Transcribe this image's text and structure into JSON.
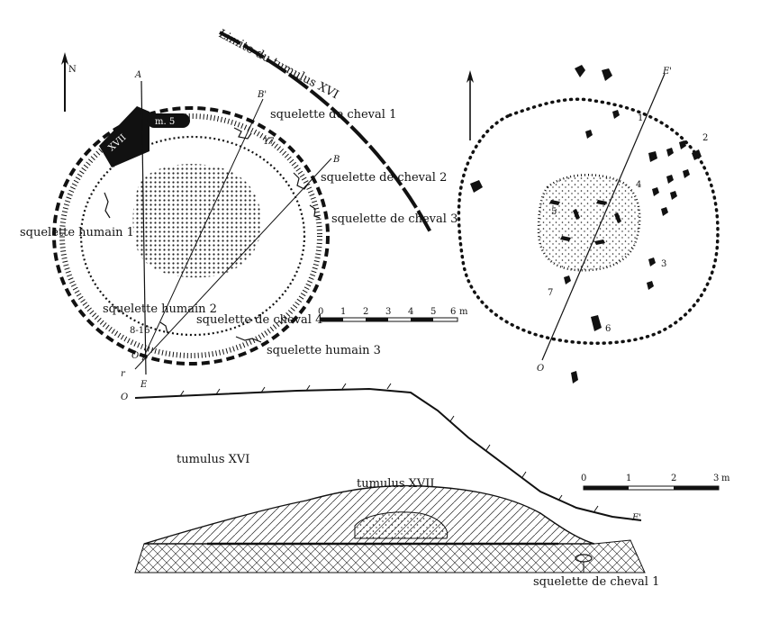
{
  "plan_left": {
    "limit_label": "Limite du tumulus XVI",
    "mound_label": "m. 5",
    "burial_label": "XVII",
    "axis_labels": {
      "a": "A",
      "e": "E",
      "b": "B",
      "b_prime": "B'",
      "o": "O",
      "r": "r"
    },
    "small_labels": {
      "n17": "17",
      "n8_16": "8-16"
    },
    "annotations": {
      "horse1": "squelette de cheval 1",
      "horse2": "squelette de cheval 2",
      "horse3": "squelette de cheval 3",
      "horse4": "squelette de cheval 4",
      "human1": "squelette humain 1",
      "human2": "squelette humain 2",
      "human3": "squelette humain 3"
    },
    "scale": {
      "ticks": [
        "0",
        "1",
        "2",
        "3",
        "4",
        "5",
        "6"
      ],
      "unit": "m"
    }
  },
  "plan_right": {
    "axis_labels": {
      "top": "E'",
      "bottom": "O"
    },
    "stone_numbers": [
      "1",
      "2",
      "3",
      "4",
      "5",
      "6",
      "7"
    ]
  },
  "section": {
    "tumulus_xvi_label": "tumulus XVI",
    "tumulus_xvii_label": "tumulus XVII",
    "axis_left": "O",
    "axis_right": "E'",
    "horse1_label": "squelette de cheval 1",
    "scale": {
      "ticks": [
        "0",
        "1",
        "2",
        "3"
      ],
      "unit": "m"
    }
  }
}
